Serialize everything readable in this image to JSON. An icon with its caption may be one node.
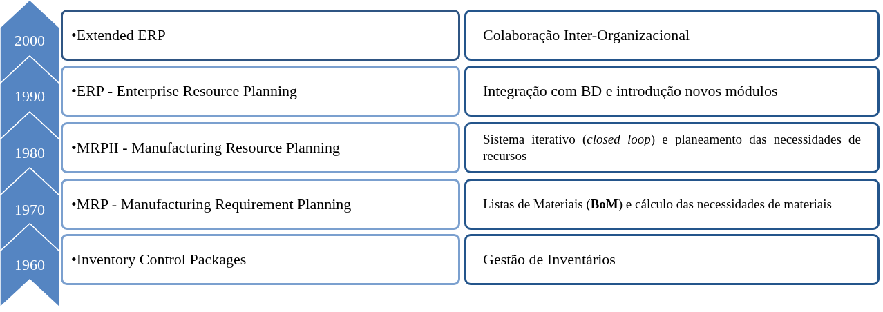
{
  "diagram": {
    "nodes": [
      {
        "text": [
          "2000"
        ]
      },
      {
        "text": [
          "•Extended ERP"
        ]
      },
      {
        "text": [
          "Colaboração Inter-Organizacional"
        ]
      },
      {
        "text": [
          "1990"
        ]
      },
      {
        "text": [
          "•ERP - Enterprise Resource Planning"
        ]
      },
      {
        "text": [
          "Integração com BD e introdução novos módulos"
        ]
      },
      {
        "text": [
          "1980"
        ]
      },
      {
        "text": [
          "•MRPII - Manufacturing Resource Planning"
        ]
      },
      {
        "text": [
          "Sistema iterativo (*closed loop*) e planeamento das necessidades de recursos"
        ]
      },
      {
        "text": [
          "1970"
        ]
      },
      {
        "text": [
          "•MRP - Manufacturing Requirement Planning"
        ]
      },
      {
        "text": [
          "Listas de Materiais (**BoM**) e cálculo das necessidades de materiais"
        ]
      },
      {
        "text": [
          "1960"
        ]
      },
      {
        "text": [
          "•Inventory Control Packages"
        ]
      },
      {
        "text": [
          "Gestão de Inventários"
        ]
      }
    ],
    "edges": []
  }
}
